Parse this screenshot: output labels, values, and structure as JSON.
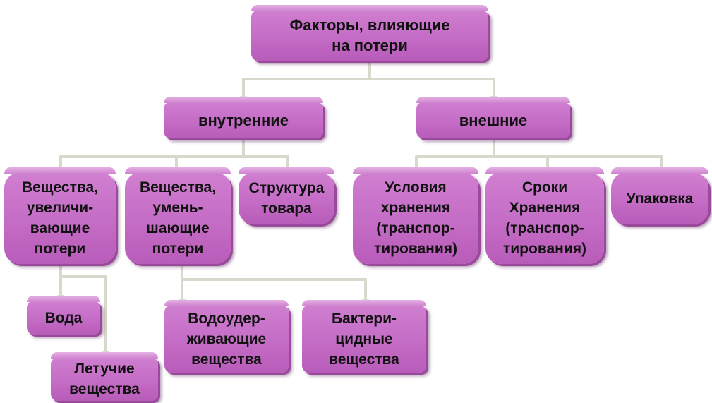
{
  "diagram": {
    "root": {
      "text": "Факторы, влияющие\nна потери"
    },
    "internal": {
      "text": "внутренние"
    },
    "external": {
      "text": "внешние"
    },
    "increasing": {
      "text": "Вещества,\nувеличи-\nвающие\nпотери"
    },
    "decreasing": {
      "text": "Вещества,\nумень-\nшающие\nпотери"
    },
    "structure": {
      "text": "Структура\nтовара"
    },
    "storage": {
      "text": "Условия\nхранения\n(транспор-\nтирования)"
    },
    "terms": {
      "text": "Сроки\nХранения\n(транспор-\nтирования)"
    },
    "packaging": {
      "text": "Упаковка"
    },
    "water": {
      "text": "Вода"
    },
    "volatile": {
      "text": "Летучие\nвещества"
    },
    "water_holding": {
      "text": "Водоудер-\nживающие\nвещества"
    },
    "bactericidal": {
      "text": "Бактери-\nцидные\nвещества"
    }
  },
  "colors": {
    "box_fill": "#c46cc6",
    "box_top": "#e4b0e4",
    "box_shadow": "#9a4a9b",
    "connector": "#d8d8cc"
  }
}
